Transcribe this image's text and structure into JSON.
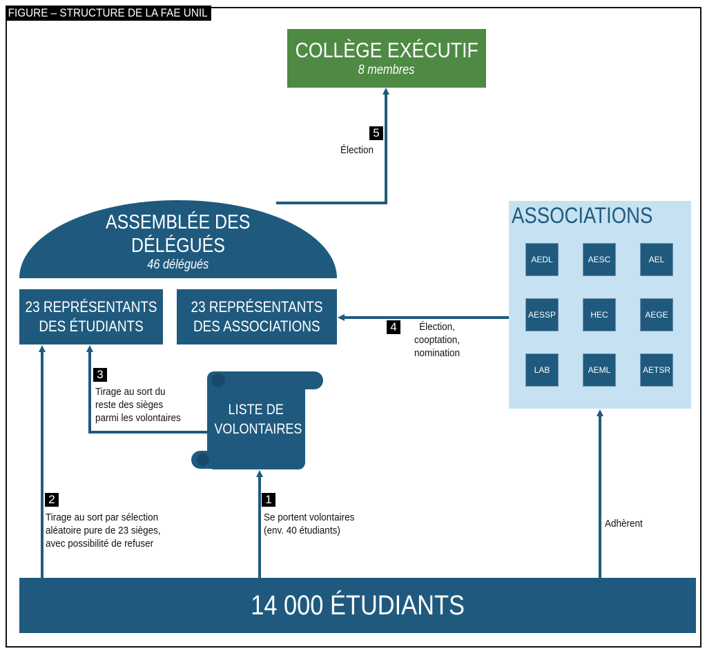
{
  "figure_title": "FIGURE – STRUCTURE DE LA FAE UNIL",
  "college": {
    "title": "COLLÈGE EXÉCUTIF",
    "subtitle": "8 membres"
  },
  "assembly": {
    "title_line1": "ASSEMBLÉE DES",
    "title_line2": "DÉLÉGUÉS",
    "subtitle": "46 délégués"
  },
  "rep_students": {
    "line1": "23 REPRÉSENTANTS",
    "line2": "DES ÉTUDIANTS"
  },
  "rep_associations": {
    "line1": "23 REPRÉSENTANTS",
    "line2": "DES ASSOCIATIONS"
  },
  "volunteer_list": {
    "line1": "LISTE DE",
    "line2": "VOLONTAIRES"
  },
  "associations": {
    "title": "ASSOCIATIONS",
    "items": [
      "AEDL",
      "AESC",
      "AEL",
      "AESSP",
      "HEC",
      "AEGE",
      "LAB",
      "AEML",
      "AETSR"
    ]
  },
  "students": {
    "label": "14 000 ÉTUDIANTS"
  },
  "steps": [
    {
      "number": "1",
      "lines": [
        "Se portent volontaires",
        "(env. 40 étudiants)"
      ]
    },
    {
      "number": "2",
      "lines": [
        "Tirage au sort par sélection",
        "aléatoire pure de 23 sièges,",
        "avec possibilité de refuser"
      ]
    },
    {
      "number": "3",
      "lines": [
        "Tirage au sort du",
        "reste des sièges",
        "parmi les volontaires"
      ]
    },
    {
      "number": "4",
      "lines": [
        "Élection,",
        "cooptation,",
        "nomination"
      ]
    },
    {
      "number": "5",
      "lines": [
        "Élection"
      ]
    }
  ],
  "adherent_label": "Adhèrent",
  "colors": {
    "primary": "#1f5a7e",
    "executive": "#4f8a45",
    "associations_bg": "#c6e1f2",
    "badge": "#000000"
  }
}
